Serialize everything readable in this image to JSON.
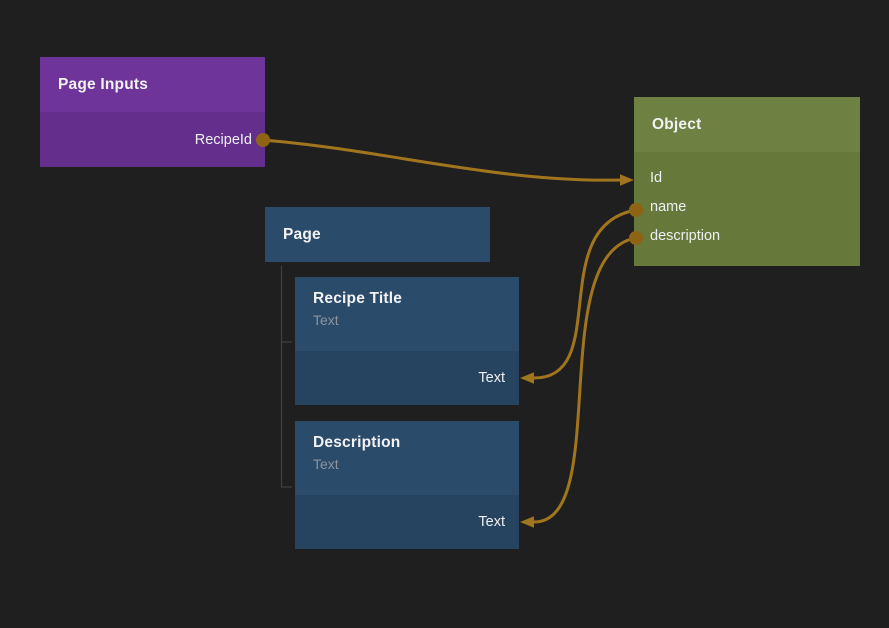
{
  "colors": {
    "background": "#1f1f1f",
    "purple_header": "#6e3499",
    "purple_body": "#632e8c",
    "green_header": "#6f8142",
    "green_body": "#66783a",
    "blue_header": "#2b4b6b",
    "blue_body": "#26435f",
    "connection": "#a1751d",
    "connection_dot": "#8d6414",
    "tree_line": "#3f3f3f",
    "title_text": "#f2f2f2",
    "port_text": "#edf0f2",
    "subtitle_text": "#8b949e"
  },
  "nodes": {
    "page_inputs": {
      "title": "Page Inputs",
      "output_port": "RecipeId"
    },
    "object": {
      "title": "Object",
      "ports": [
        "Id",
        "name",
        "description"
      ]
    },
    "page": {
      "title": "Page"
    },
    "recipe_title": {
      "title": "Recipe Title",
      "subtitle": "Text",
      "input_port": "Text"
    },
    "description": {
      "title": "Description",
      "subtitle": "Text",
      "input_port": "Text"
    }
  },
  "connections": [
    {
      "from": "Page Inputs.RecipeId",
      "to": "Object.Id"
    },
    {
      "from": "Object.name",
      "to": "Recipe Title.Text"
    },
    {
      "from": "Object.description",
      "to": "Description.Text"
    }
  ]
}
